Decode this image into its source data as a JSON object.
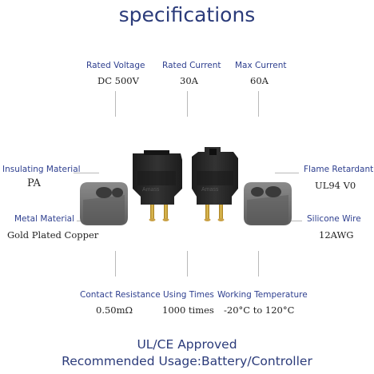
{
  "title": "specifications",
  "specs": {
    "rated_voltage": {
      "label": "Rated Voltage",
      "value": "DC 500V"
    },
    "rated_current": {
      "label": "Rated Current",
      "value": "30A"
    },
    "max_current": {
      "label": "Max Current",
      "value": "60A"
    },
    "insulating_material": {
      "label": "Insulating Material",
      "value": "PA"
    },
    "flame_retardant": {
      "label": "Flame Retardant",
      "value": "UL94 V0"
    },
    "metal_material": {
      "label": "Metal Material",
      "value": "Gold Plated Copper"
    },
    "silicone_wire": {
      "label": "Silicone Wire",
      "value": "12AWG"
    },
    "contact_resistance": {
      "label": "Contact Resistance",
      "value": "0.50mΩ"
    },
    "using_times": {
      "label": "Using Times",
      "value": "1000 times"
    },
    "working_temperature": {
      "label": "Working Temperature",
      "value": "-20°C to 120°C"
    }
  },
  "footer": {
    "line1": "UL/CE Approved",
    "line2": "Recommended Usage:Battery/Controller"
  },
  "product": {
    "connector_text": "Amass",
    "colors": {
      "body": "#262626",
      "cap": "#707070",
      "pin": "#c8a03a"
    }
  }
}
